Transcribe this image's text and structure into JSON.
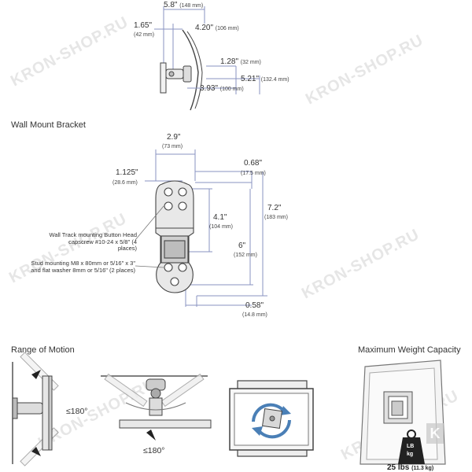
{
  "top_diagram": {
    "dims": [
      {
        "main": "5.8\"",
        "sub": "(148 mm)"
      },
      {
        "main": "1.65\"",
        "sub": "(42 mm)"
      },
      {
        "main": "4.20\"",
        "sub": "(106 mm)"
      },
      {
        "main": "1.28\"",
        "sub": "(32 mm)"
      },
      {
        "main": "5.21\"",
        "sub": "(132.4 mm)"
      },
      {
        "main": "3.93\"",
        "sub": "(100 mm)"
      }
    ]
  },
  "bracket_section": {
    "title": "Wall Mount Bracket",
    "dims": [
      {
        "main": "2.9\"",
        "sub": "(73 mm)"
      },
      {
        "main": "1.125\"",
        "sub": "(28.6 mm)"
      },
      {
        "main": "0.68\"",
        "sub": "(17.5 mm)"
      },
      {
        "main": "7.2\"",
        "sub": "(183 mm)"
      },
      {
        "main": "4.1\"",
        "sub": "(104 mm)"
      },
      {
        "main": "6\"",
        "sub": "(152 mm)"
      },
      {
        "main": "0.58\"",
        "sub": "(14.8 mm)"
      }
    ],
    "note_track": "Wall Track mounting Button Head capscrew #10-24 x 5/8\" (4 places)",
    "note_stud": "Stud mounting M8 x 80mm or 5/16\" x 3\" and flat washer 8mm or 5/16\" (2 places)"
  },
  "range_section": {
    "title": "Range of Motion",
    "label_tilt": "≤180°",
    "label_swivel": "≤180°"
  },
  "weight_section": {
    "title": "Maximum Weight Capacity",
    "badge_top": "LB",
    "badge_bottom": "kg",
    "weight_main": "25 lbs",
    "weight_sub": "(11.3 kg)"
  },
  "watermark": "KRON-SHOP.RU",
  "colors": {
    "line": "#555555",
    "light_line": "#9aa4c8",
    "rotate_arrow": "#4a7fb6",
    "badge": "#222222"
  }
}
